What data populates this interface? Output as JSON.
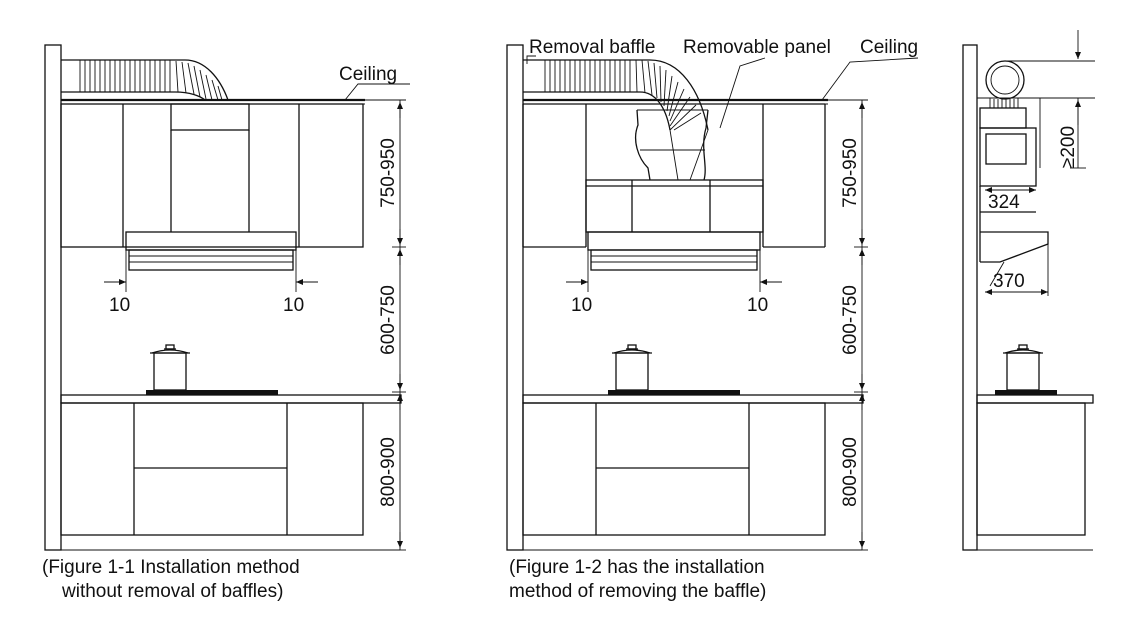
{
  "figure1": {
    "ceiling_label": "Ceiling",
    "dim_cabinet": "750-950",
    "dim_hood_height": "600-750",
    "dim_counter": "800-900",
    "gap_left": "10",
    "gap_right": "10",
    "caption_line1": "(Figure 1-1 Installation method",
    "caption_line2": "without removal of baffles)"
  },
  "figure2": {
    "label_baffle": "Removal baffle",
    "label_panel": "Removable panel",
    "ceiling_label": "Ceiling",
    "dim_cabinet": "750-950",
    "dim_hood_height": "600-750",
    "dim_counter": "800-900",
    "gap_left": "10",
    "gap_right": "10",
    "caption_line1": "(Figure 1-2 has the installation",
    "caption_line2": "method of removing the baffle)"
  },
  "side_view": {
    "dim_clearance": "≥200",
    "dim_depth_upper": "324",
    "dim_depth_lower": "370"
  }
}
